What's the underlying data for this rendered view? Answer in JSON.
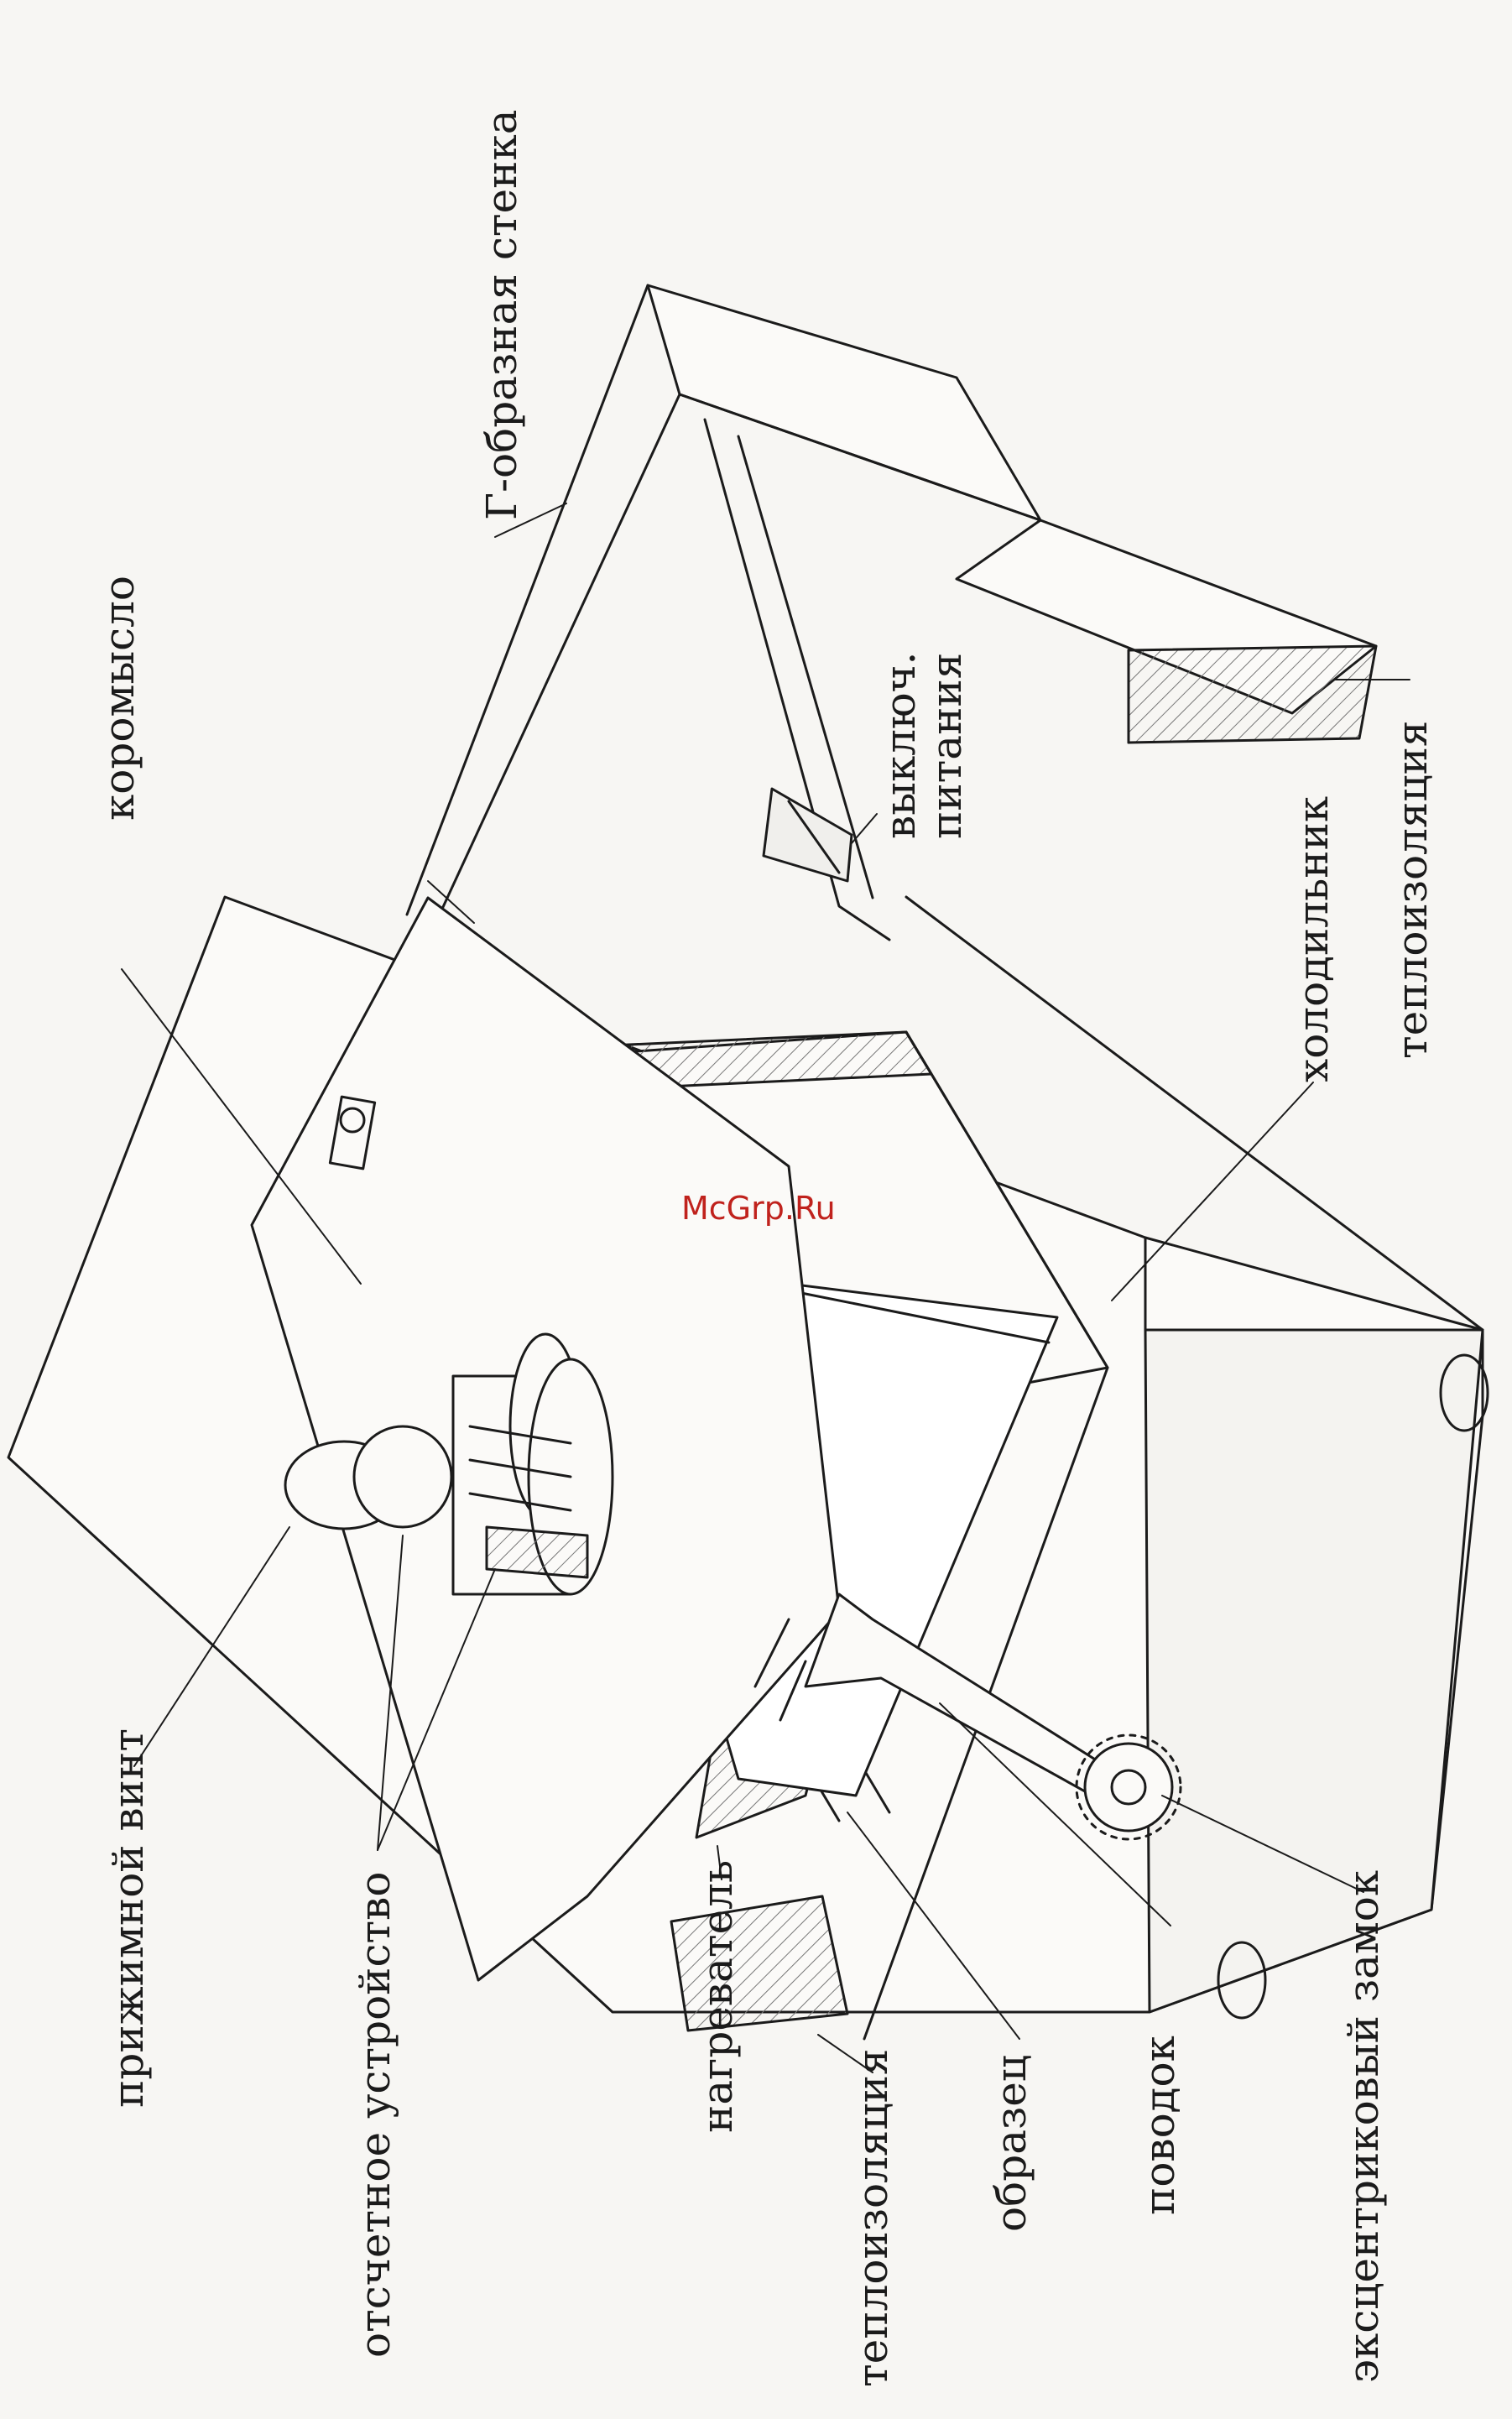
{
  "labels": {
    "g_wall": "Г-образная стенка",
    "koromyslo": "коромысло",
    "vykluch": "выключ.",
    "pitaniya": "питания",
    "teploizol_right": "теплоизоляция",
    "holodilnik": "холодильник",
    "prizhim": "прижимной винт",
    "otschet": "отсчетное устройство",
    "nagrev": "нагреватель",
    "teploizol_bottom": "теплоизоляция",
    "obrazec": "образец",
    "povodok": "поводок",
    "ekscentr": "эксцентриковый замок"
  },
  "watermark": "McGrp.Ru",
  "colors": {
    "ink": "#1b1b1b",
    "paper": "#f7f6f3",
    "watermark": "#c0221d"
  }
}
